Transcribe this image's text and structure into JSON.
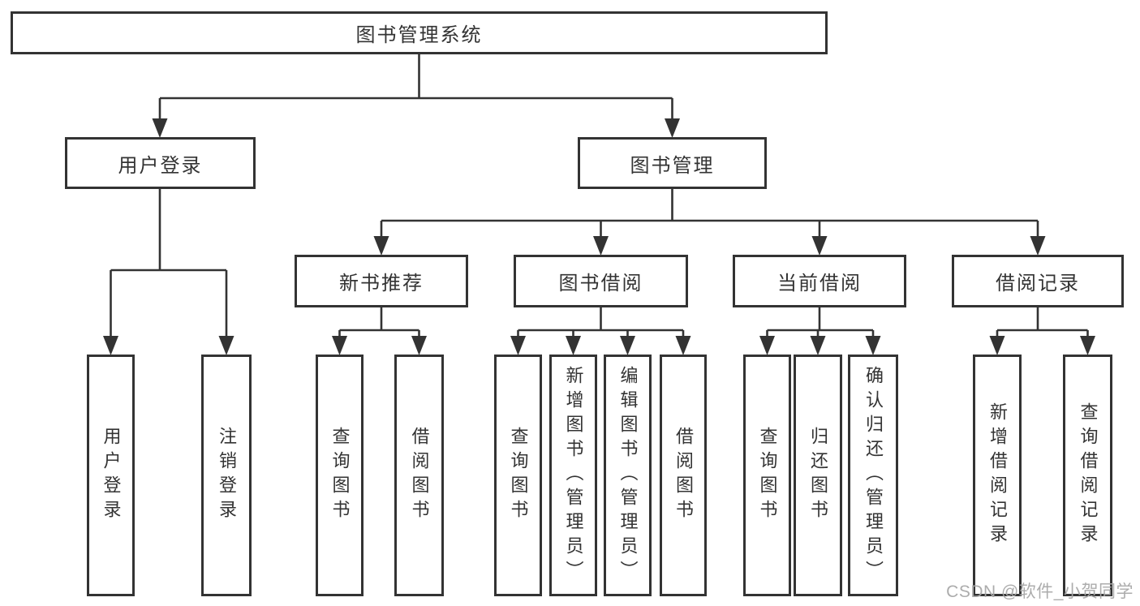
{
  "watermark": "CSDN @软件_小贺同学",
  "colors": {
    "line": "#333333",
    "box_border": "#333333",
    "text": "#333333",
    "watermark": "#a8a8a8",
    "background": "#ffffff"
  },
  "tree": {
    "label": "图书管理系统",
    "children": [
      {
        "label": "用户登录",
        "children": [
          {
            "label": "用户登录"
          },
          {
            "label": "注销登录"
          }
        ]
      },
      {
        "label": "图书管理",
        "children": [
          {
            "label": "新书推荐",
            "children": [
              {
                "label": "查询图书"
              },
              {
                "label": "借阅图书"
              }
            ]
          },
          {
            "label": "图书借阅",
            "children": [
              {
                "label": "查询图书"
              },
              {
                "label": "新增图书（管理员）"
              },
              {
                "label": "编辑图书（管理员）"
              },
              {
                "label": "借阅图书"
              }
            ]
          },
          {
            "label": "当前借阅",
            "children": [
              {
                "label": "查询图书"
              },
              {
                "label": "归还图书"
              },
              {
                "label": "确认归还（管理员）"
              }
            ]
          },
          {
            "label": "借阅记录",
            "children": [
              {
                "label": "新增借阅记录"
              },
              {
                "label": "查询借阅记录"
              }
            ]
          }
        ]
      }
    ]
  }
}
